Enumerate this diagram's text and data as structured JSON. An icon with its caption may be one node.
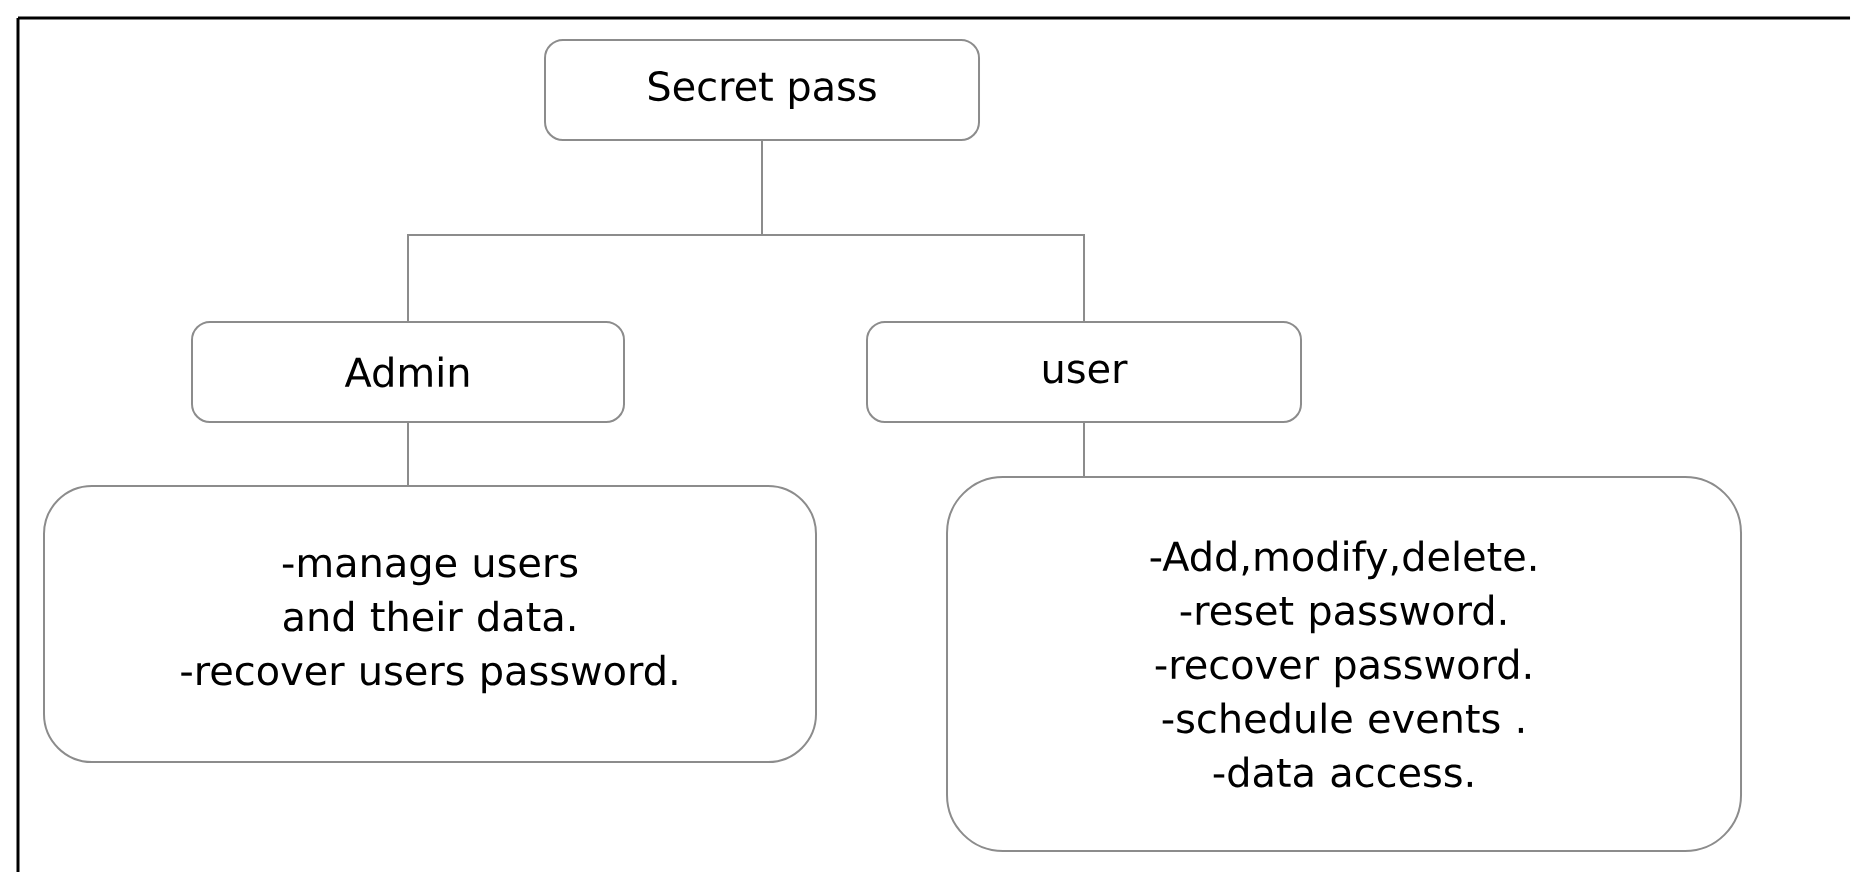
{
  "diagram": {
    "nodes": [
      {
        "text": [
          "Secret pass"
        ]
      },
      {
        "text": [
          "Admin"
        ]
      },
      {
        "text": [
          "user"
        ]
      },
      {
        "text": [
          "-manage users and their data.",
          "-recover users password."
        ]
      },
      {
        "text": [
          "-Add,modify,delete.",
          "-reset password.",
          "-recover password.",
          "-schedule events .",
          "-data access."
        ]
      }
    ],
    "edges": [
      {
        "from": 0,
        "to": 1,
        "arrow": "none"
      },
      {
        "from": 0,
        "to": 2,
        "arrow": "none"
      },
      {
        "from": 1,
        "to": 3,
        "arrow": "none"
      },
      {
        "from": 2,
        "to": 4,
        "arrow": "none"
      }
    ]
  }
}
